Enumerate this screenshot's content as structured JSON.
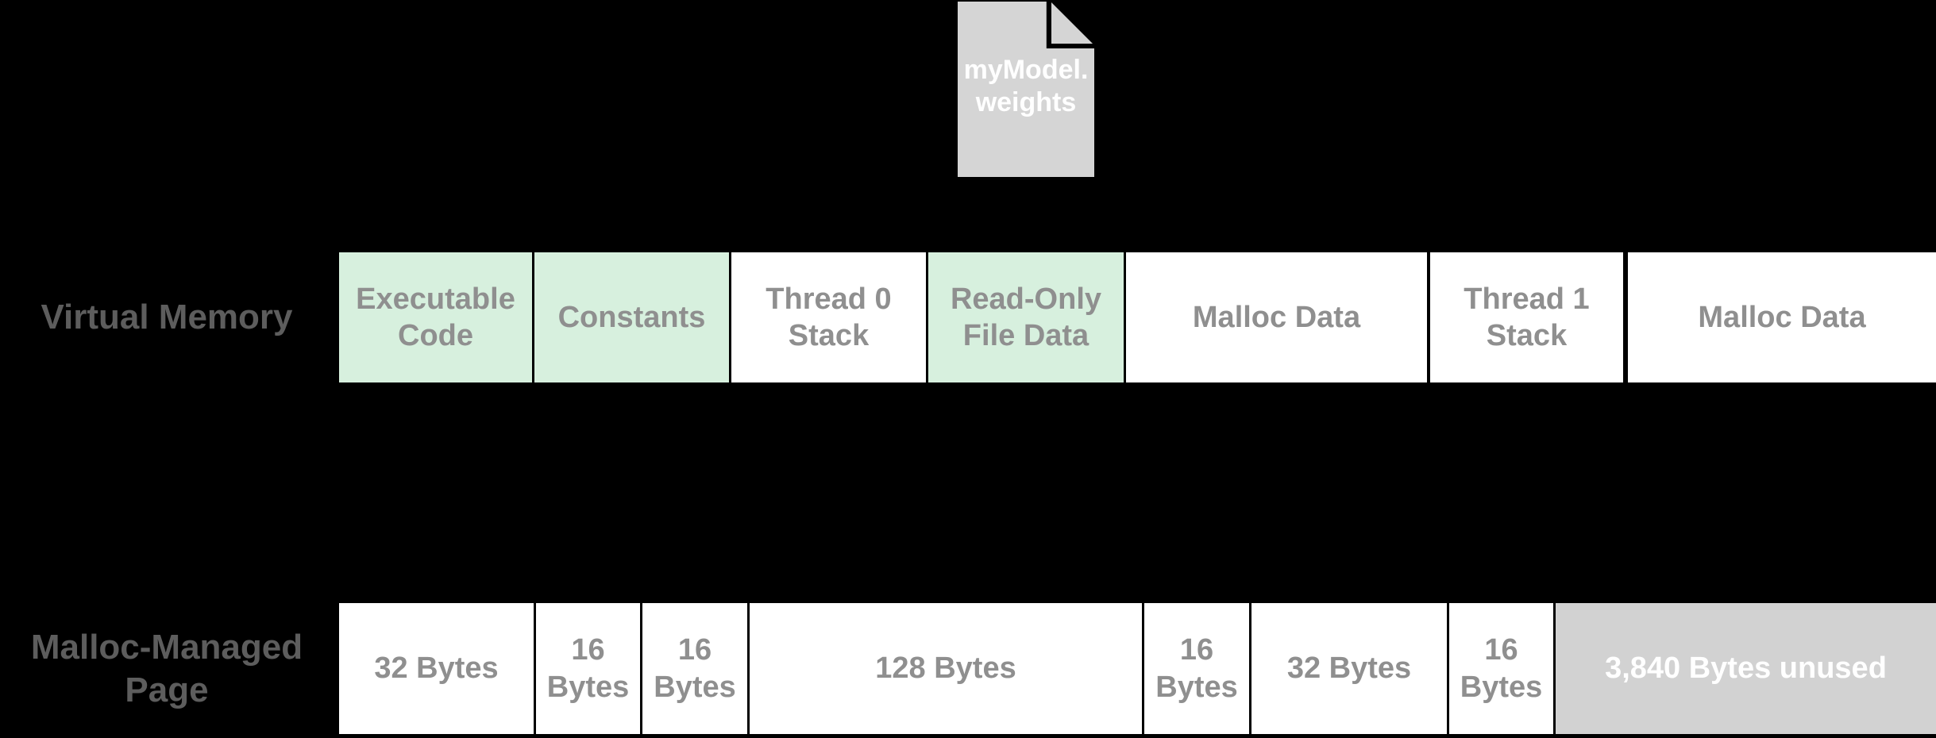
{
  "colors": {
    "background": "#000000",
    "highlight_green": "#d7f0de",
    "box_white": "#ffffff",
    "unused_gray": "#d2d2d2",
    "icon_gray": "#d5d5d5",
    "box_text_gray": "#8f8f8f",
    "row_label_gray": "#5d5d5d",
    "icon_text": "#ffffff"
  },
  "file_icon": {
    "name": "myModel.weights",
    "line1": "myModel.",
    "line2": "weights"
  },
  "virtual_memory": {
    "label": "Virtual Memory",
    "segments": [
      {
        "label": "Executable Code",
        "highlighted": true
      },
      {
        "label": "Constants",
        "highlighted": true
      },
      {
        "label": "Thread 0 Stack",
        "highlighted": false
      },
      {
        "label": "Read-Only File Data",
        "highlighted": true
      },
      {
        "label": "Malloc Data",
        "highlighted": false
      },
      {
        "label": "Thread 1 Stack",
        "highlighted": false
      },
      {
        "label": "Malloc Data",
        "highlighted": false
      }
    ]
  },
  "malloc_page": {
    "label": "Malloc-Managed Page",
    "segments": [
      {
        "label": "32 Bytes",
        "unused": false
      },
      {
        "label": "16 Bytes",
        "unused": false
      },
      {
        "label": "16 Bytes",
        "unused": false
      },
      {
        "label": "128 Bytes",
        "unused": false
      },
      {
        "label": "16 Bytes",
        "unused": false
      },
      {
        "label": "32 Bytes",
        "unused": false
      },
      {
        "label": "16 Bytes",
        "unused": false
      },
      {
        "label": "3,840 Bytes unused",
        "unused": true
      }
    ]
  }
}
